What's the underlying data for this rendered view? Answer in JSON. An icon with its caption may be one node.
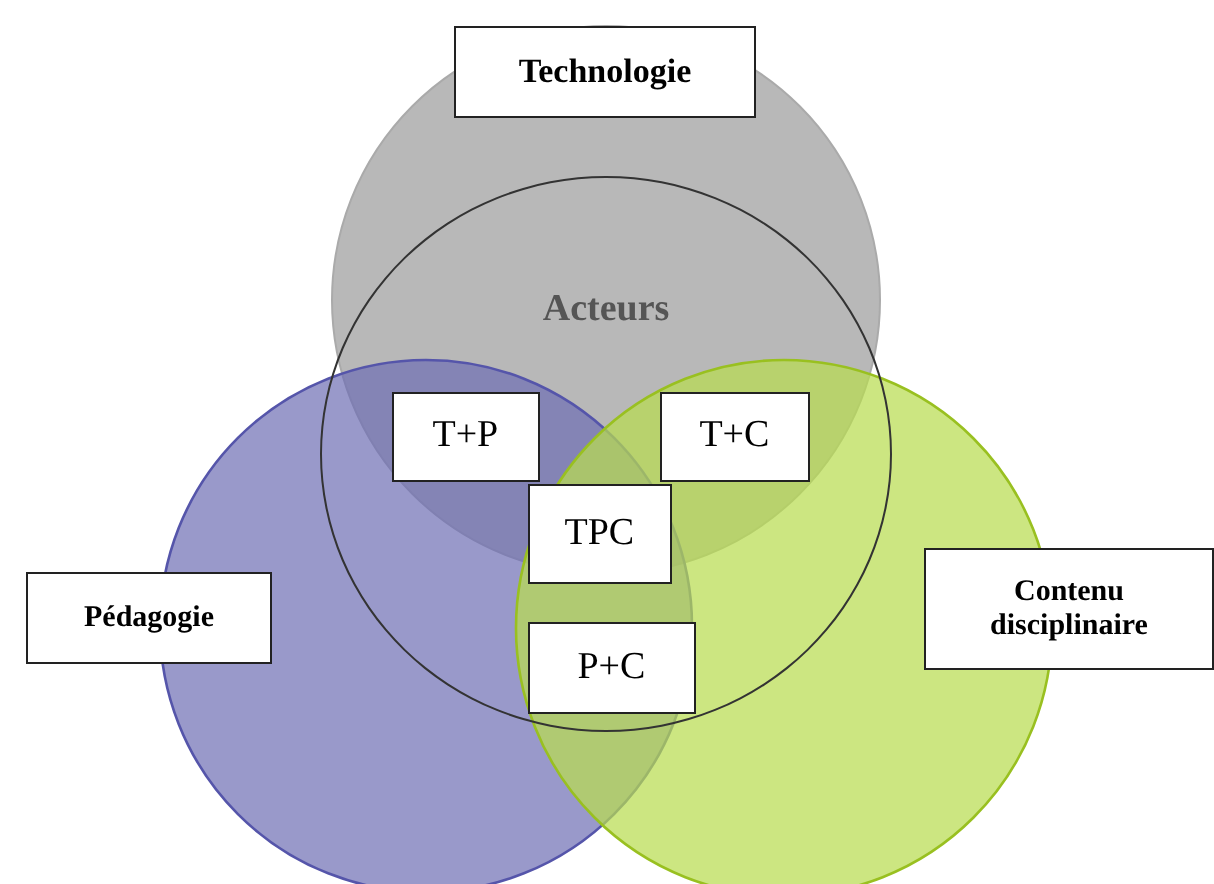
{
  "diagram": {
    "nodes": [
      {
        "text": [
          "Technologie"
        ]
      },
      {
        "text": [
          "Acteurs"
        ]
      },
      {
        "text": [
          "T+P"
        ],
        "in": 1
      },
      {
        "text": [
          "T+C"
        ],
        "in": 1
      },
      {
        "text": [
          "TPC"
        ],
        "in": 1
      },
      {
        "text": [
          "Pédagogie"
        ]
      },
      {
        "text": [
          "P+C"
        ],
        "in": 1
      },
      {
        "text": [
          "Contenu disciplinaire"
        ]
      }
    ]
  }
}
